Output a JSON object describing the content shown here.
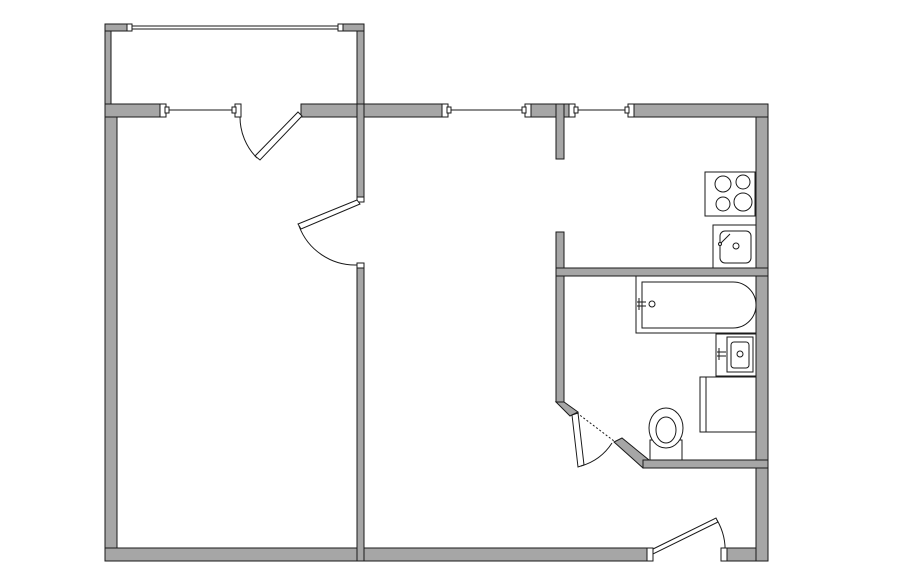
{
  "plan": {
    "colors": {
      "background": "#ffffff",
      "wall_fill": "#a6a6a6",
      "wall_stroke": "#1a1a1a",
      "line": "#1a1a1a",
      "fixture_fill": "#ffffff"
    },
    "rooms": [
      "balcony",
      "bedroom",
      "living-room",
      "kitchen",
      "bathroom"
    ],
    "fixtures": [
      "stove-icon",
      "kitchen-sink-icon",
      "bathtub-icon",
      "washbasin-icon",
      "toilet-icon",
      "washing-machine-icon"
    ],
    "doors": [
      "balcony-door",
      "bedroom-door",
      "bathroom-door",
      "entrance-door"
    ],
    "windows": [
      "balcony-front-window",
      "balcony-window-left",
      "living-window-1",
      "living-window-2",
      "kitchen-window"
    ]
  }
}
